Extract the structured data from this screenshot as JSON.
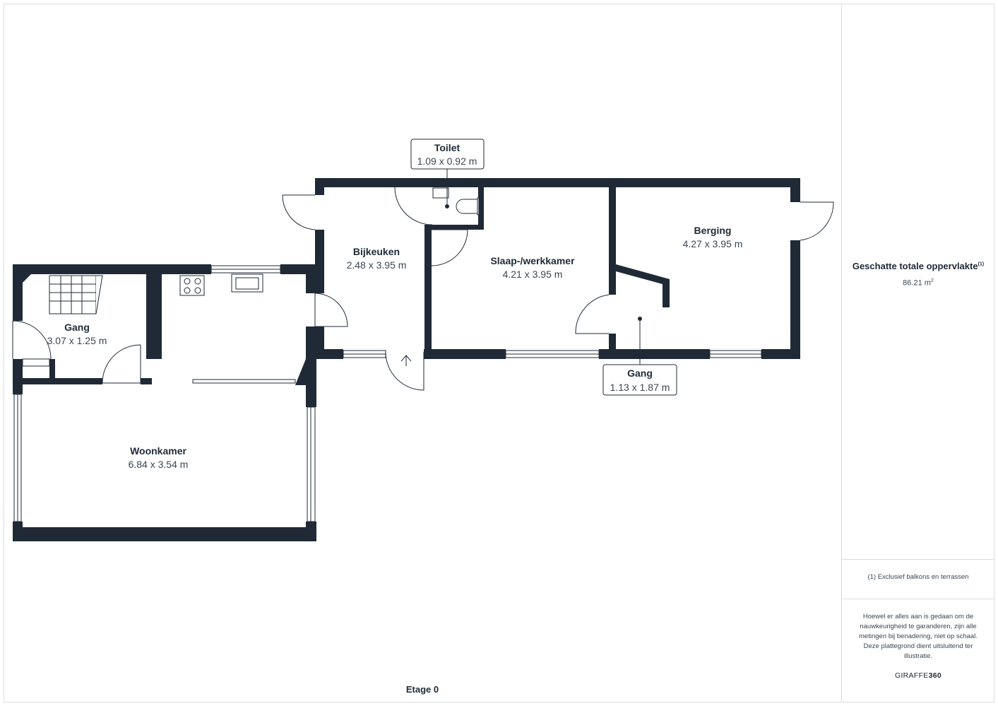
{
  "rooms": {
    "toilet": {
      "name": "Toilet",
      "dims": "1.09 x 0.92 m"
    },
    "bijkeuken": {
      "name": "Bijkeuken",
      "dims": "2.48 x 3.95 m"
    },
    "slaap": {
      "name": "Slaap-/werkkamer",
      "dims": "4.21 x 3.95 m"
    },
    "berging": {
      "name": "Berging",
      "dims": "4.27 x 3.95 m"
    },
    "gang_left": {
      "name": "Gang",
      "dims": "3.07 x 1.25 m"
    },
    "gang_right": {
      "name": "Gang",
      "dims": "1.13 x 1.87 m"
    },
    "woonkamer": {
      "name": "Woonkamer",
      "dims": "6.84 x 3.54 m"
    }
  },
  "floor_label": "Etage 0",
  "sidebar": {
    "area_title": "Geschatte totale oppervlakte",
    "area_title_note": "(1)",
    "area_value": "86.21 m",
    "area_unit_sup": "2",
    "footnote": "(1) Exclusief balkons en terrassen",
    "disclaimer": "Hoewel er alles aan is gedaan om de nauwkeurigheid te garanderen, zijn alle metingen bij benadering, niet op schaal. Deze plattegrond dient uitsluitend ter illustratie.",
    "logo_light": "GIRAFFE",
    "logo_bold": "360"
  },
  "colors": {
    "wall": "#1f2a36",
    "text": "#1f2a36",
    "muted": "#3b4652",
    "border": "#d9dde2"
  }
}
